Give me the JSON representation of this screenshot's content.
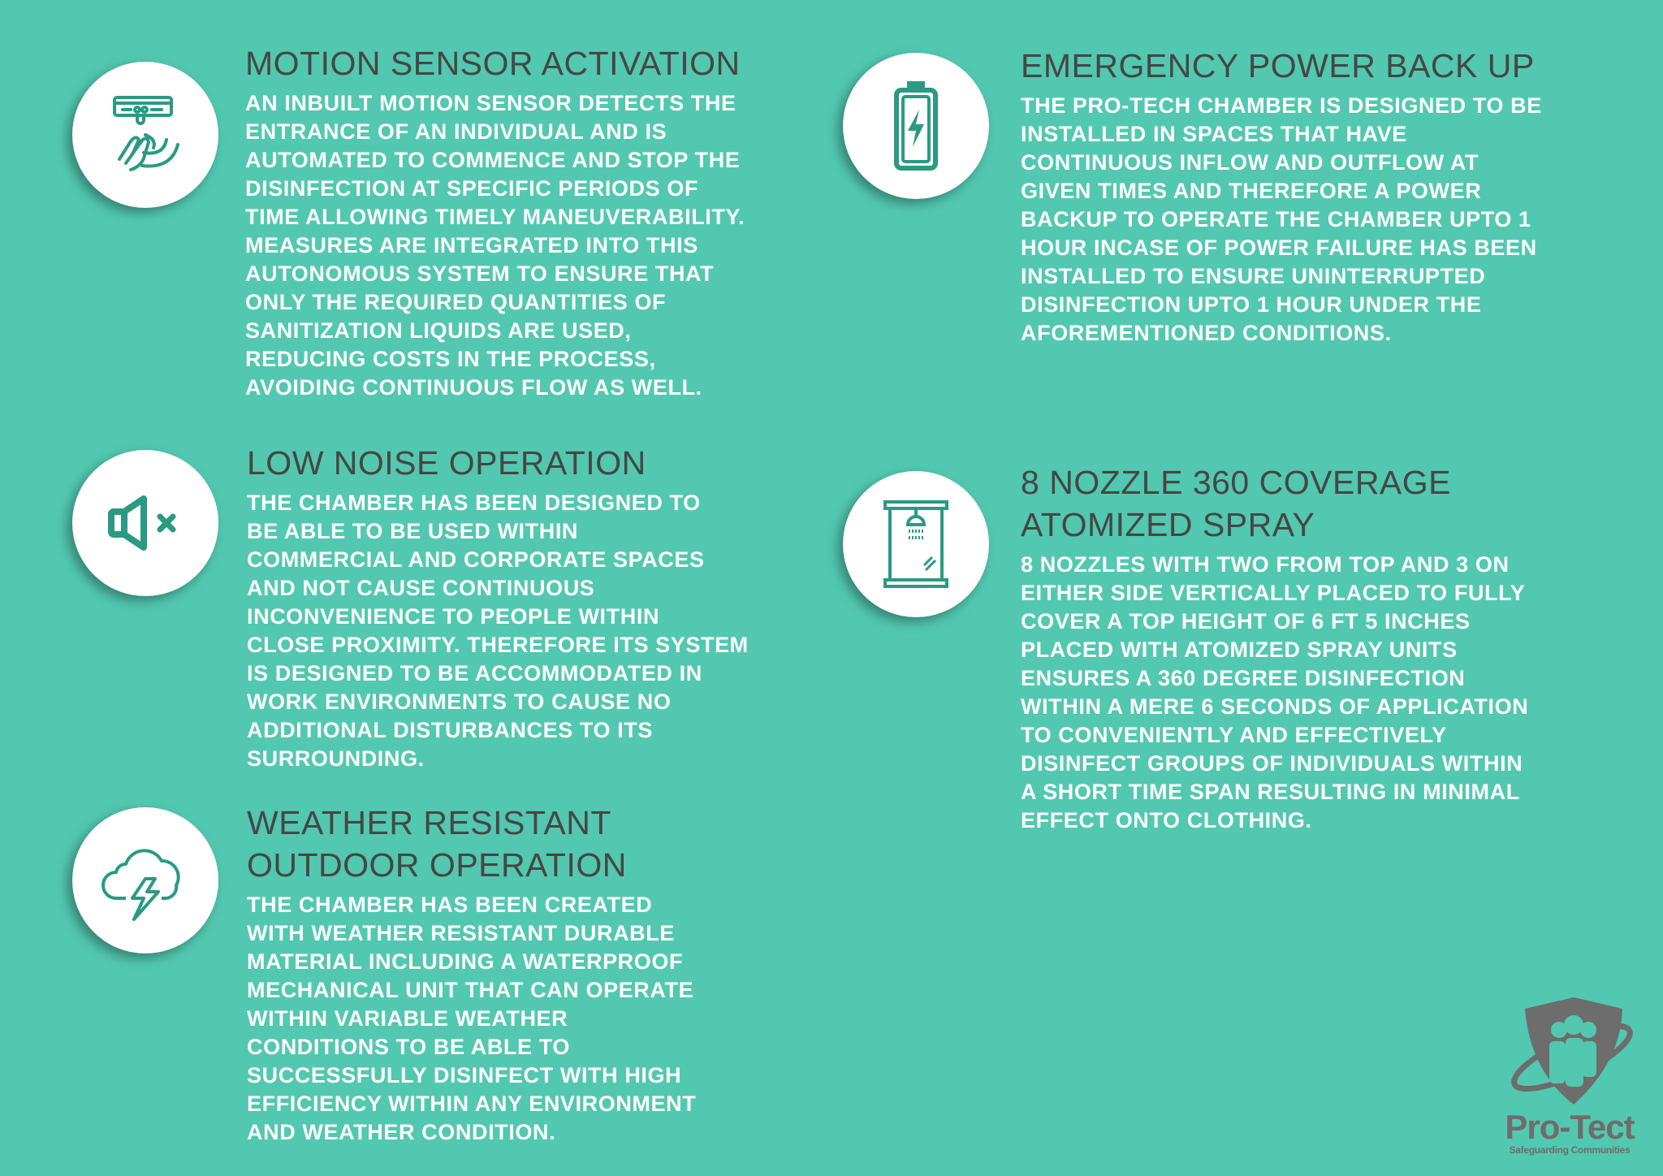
{
  "colors": {
    "background": "#52c8b0",
    "heading": "#464646",
    "body": "#ffffff",
    "icon": "#2a9a82",
    "logo": "#6d6d6d"
  },
  "sections": [
    {
      "id": "motion",
      "icon": "motion-sensor-icon",
      "heading": [
        "MOTION SENSOR ACTIVATION"
      ],
      "lines": [
        "AN INBUILT MOTION SENSOR DETECTS THE",
        "ENTRANCE OF AN INDIVIDUAL AND IS",
        "AUTOMATED TO COMMENCE AND STOP THE",
        "DISINFECTION AT SPECIFIC PERIODS OF",
        "TIME ALLOWING TIMELY MANEUVERABILITY.",
        "MEASURES ARE INTEGRATED INTO THIS",
        "AUTONOMOUS SYSTEM TO ENSURE THAT",
        "ONLY THE REQUIRED QUANTITIES OF",
        "SANITIZATION LIQUIDS ARE USED,",
        "REDUCING COSTS IN THE PROCESS,",
        "AVOIDING CONTINUOUS FLOW AS WELL."
      ]
    },
    {
      "id": "noise",
      "icon": "speaker-mute-icon",
      "heading": [
        "LOW NOISE OPERATION"
      ],
      "lines": [
        "THE CHAMBER HAS BEEN DESIGNED TO",
        "BE ABLE TO BE USED WITHIN",
        "COMMERCIAL AND CORPORATE SPACES",
        "AND NOT CAUSE CONTINUOUS",
        "INCONVENIENCE TO PEOPLE WITHIN",
        "CLOSE PROXIMITY. THEREFORE ITS SYSTEM",
        "IS DESIGNED TO BE ACCOMMODATED IN",
        "WORK ENVIRONMENTS TO CAUSE NO",
        "ADDITIONAL DISTURBANCES TO ITS",
        "SURROUNDING."
      ]
    },
    {
      "id": "weather",
      "icon": "storm-cloud-icon",
      "heading": [
        "WEATHER RESISTANT",
        "OUTDOOR OPERATION"
      ],
      "lines": [
        "THE CHAMBER HAS BEEN CREATED",
        "WITH WEATHER RESISTANT DURABLE",
        "MATERIAL INCLUDING A WATERPROOF",
        "MECHANICAL UNIT THAT CAN OPERATE",
        "WITHIN VARIABLE WEATHER",
        "CONDITIONS TO BE ABLE TO",
        "SUCCESSFULLY DISINFECT WITH HIGH",
        "EFFICIENCY WITHIN ANY ENVIRONMENT",
        "AND WEATHER CONDITION."
      ]
    },
    {
      "id": "power",
      "icon": "battery-charging-icon",
      "heading": [
        "EMERGENCY POWER  BACK UP"
      ],
      "lines": [
        "THE PRO-TECH CHAMBER IS DESIGNED TO BE",
        "INSTALLED IN SPACES THAT HAVE",
        "CONTINUOUS INFLOW AND OUTFLOW AT",
        "GIVEN TIMES AND THEREFORE A POWER",
        "BACKUP TO OPERATE THE CHAMBER UPTO 1",
        "HOUR INCASE OF POWER FAILURE HAS BEEN",
        "INSTALLED TO ENSURE UNINTERRUPTED",
        "DISINFECTION UPTO 1 HOUR UNDER THE",
        "AFOREMENTIONED CONDITIONS."
      ]
    },
    {
      "id": "nozzle",
      "icon": "shower-cabin-icon",
      "heading": [
        "8 NOZZLE 360 COVERAGE",
        "ATOMIZED SPRAY"
      ],
      "lines": [
        "8 NOZZLES WITH TWO FROM TOP AND 3 ON",
        "EITHER SIDE VERTICALLY PLACED TO FULLY",
        "COVER A TOP HEIGHT OF 6 FT 5 INCHES",
        "PLACED WITH ATOMIZED SPRAY UNITS",
        "ENSURES A 360 DEGREE DISINFECTION",
        "WITHIN A MERE 6 SECONDS OF APPLICATION",
        "TO CONVENIENTLY AND EFFECTIVELY",
        "DISINFECT GROUPS OF INDIVIDUALS WITHIN",
        "A SHORT TIME SPAN RESULTING IN MINIMAL",
        "EFFECT ONTO CLOTHING."
      ]
    }
  ],
  "logo": {
    "name": "Pro-Tect",
    "tagline": "Safeguarding Communities"
  }
}
